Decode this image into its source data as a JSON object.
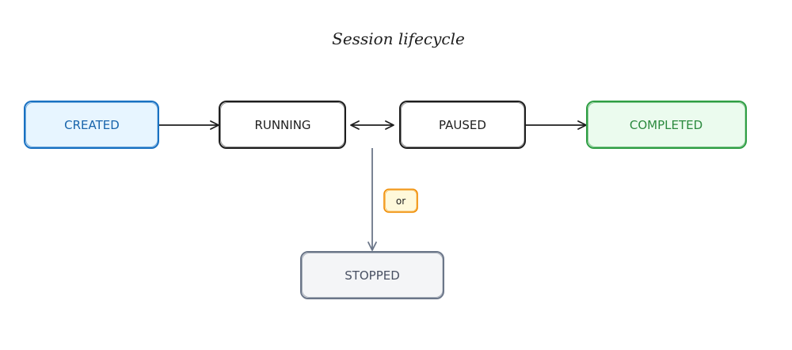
{
  "diagram": {
    "title": "Session lifecycle",
    "nodes": {
      "created": "CREATED",
      "running": "RUNNING",
      "paused": "PAUSED",
      "completed": "COMPLETED",
      "stopped": "STOPPED"
    },
    "edge_labels": {
      "stop_branch": "or"
    }
  },
  "colors": {
    "created_stroke": "#1971c2",
    "created_fill": "#e7f5ff",
    "neutral_stroke": "#1e1e1e",
    "completed_stroke": "#2f9e44",
    "completed_fill": "#ebfbee",
    "stopped_stroke": "#6b7689",
    "stopped_fill": "#f4f5f7",
    "or_stroke": "#f08c00",
    "or_fill": "#fff9db"
  }
}
